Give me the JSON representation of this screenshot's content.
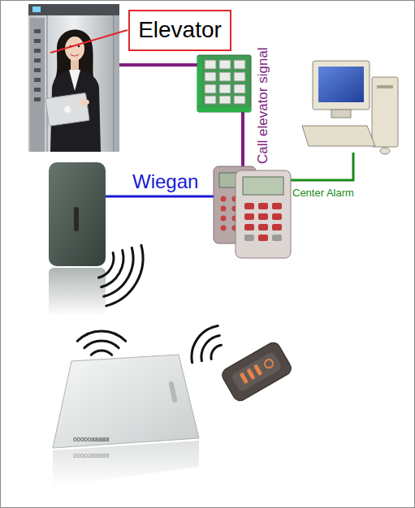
{
  "diagram": {
    "nodes": [
      {
        "text": [
          "Elevator"
        ]
      }
    ],
    "labels": [
      "Call elevator signal",
      "Wiegan",
      "Center Alarm",
      "0000088888",
      "0000088888"
    ]
  }
}
